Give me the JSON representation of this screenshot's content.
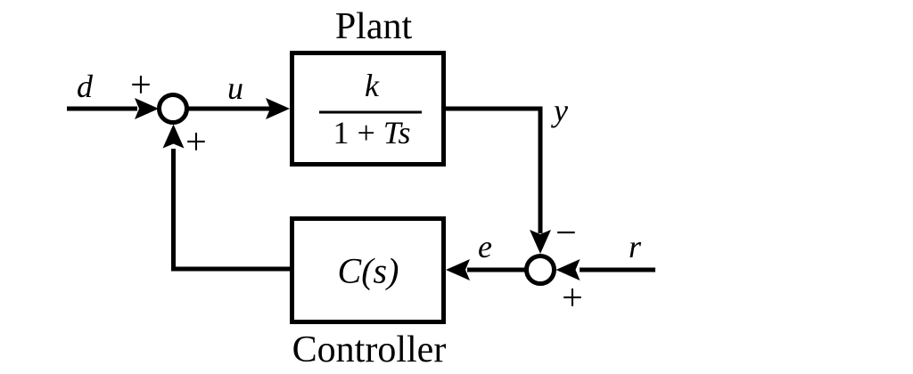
{
  "colors": {
    "ink": "#000000",
    "background": "#ffffff"
  },
  "blocks": {
    "plant": {
      "caption": "Plant",
      "numerator": "k",
      "denominator_const": "1 +",
      "denominator_vars": "Ts"
    },
    "controller": {
      "caption": "Controller",
      "transfer_function": "C(s)"
    }
  },
  "signals": {
    "disturbance": "d",
    "control": "u",
    "output": "y",
    "error": "e",
    "reference": "r"
  },
  "junctions": {
    "input_sum": {
      "disturbance_sign": "+",
      "feedback_sign": "+"
    },
    "error_sum": {
      "output_sign": "−",
      "reference_sign": "+"
    }
  }
}
